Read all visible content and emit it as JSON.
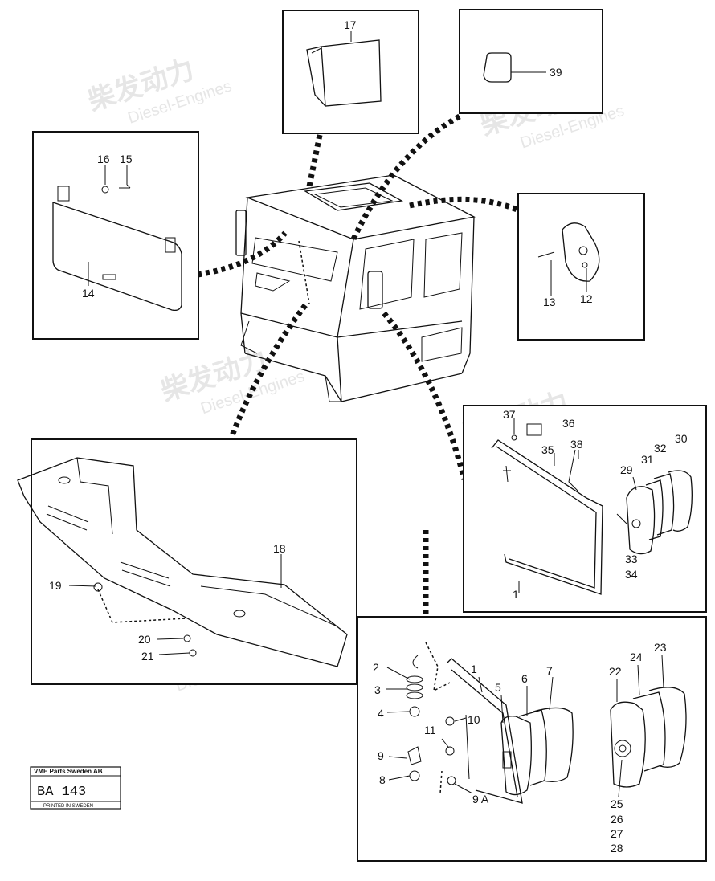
{
  "watermark": {
    "cn": "柴发动力",
    "en": "Diesel-Engines"
  },
  "stamp": {
    "company": "VME Parts Sweden AB",
    "code": "BA 143",
    "printed": "PRINTED IN SWEDEN"
  },
  "labels": {
    "p1": "1",
    "p1b": "1",
    "p2": "2",
    "p3": "3",
    "p4": "4",
    "p5": "5",
    "p6": "6",
    "p7": "7",
    "p8": "8",
    "p9": "9",
    "p9a": "9 A",
    "p10": "10",
    "p11": "11",
    "p12": "12",
    "p13": "13",
    "p14": "14",
    "p15": "15",
    "p16": "16",
    "p17": "17",
    "p18": "18",
    "p19": "19",
    "p20": "20",
    "p21": "21",
    "p22": "22",
    "p23": "23",
    "p24": "24",
    "p25": "25",
    "p26": "26",
    "p27": "27",
    "p28": "28",
    "p29": "29",
    "p30": "30",
    "p31": "31",
    "p32": "32",
    "p33": "33",
    "p34": "34",
    "p35": "35",
    "p36": "36",
    "p37": "37",
    "p38": "38",
    "p39": "39"
  }
}
